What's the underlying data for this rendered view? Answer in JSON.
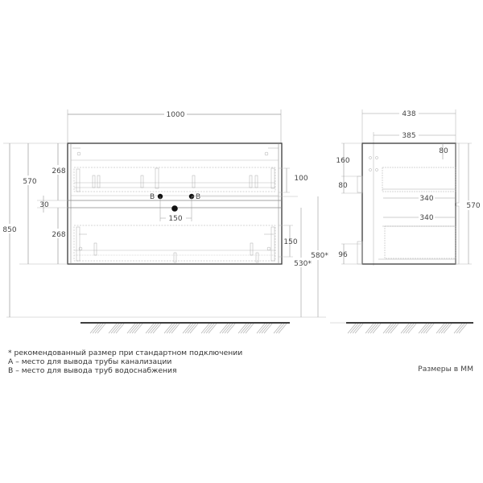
{
  "front_view": {
    "width_label": "1000",
    "top_section_height": "268",
    "gap_height": "30",
    "bottom_section_height": "268",
    "cabinet_height": "570",
    "total_height": "850",
    "inner_drawer_height_top": "100",
    "inner_drawer_height_bottom": "150",
    "pipe_spacing": "150",
    "pipe_b_left_label": "B",
    "pipe_b_right_label": "B",
    "dim_580": "580*",
    "dim_530": "530*"
  },
  "side_view": {
    "depth_label": "438",
    "inner_depth_label": "385",
    "top_offset": "160",
    "bracket_height": "80",
    "top_right_80": "80",
    "drawer_depth_top": "340",
    "drawer_depth_bottom": "340",
    "height": "570",
    "bottom_offset": "96"
  },
  "notes": {
    "line1": "* рекомендованный размер при стандартном подключении",
    "line2": "A – место для вывода трубы канализации",
    "line3": "B – место для вывода труб водоснабжения",
    "units": "Размеры в ММ"
  },
  "colors": {
    "outline": "#3a3a3a",
    "dim_line": "#9a9a9a",
    "pipe_dot": "#111111"
  }
}
